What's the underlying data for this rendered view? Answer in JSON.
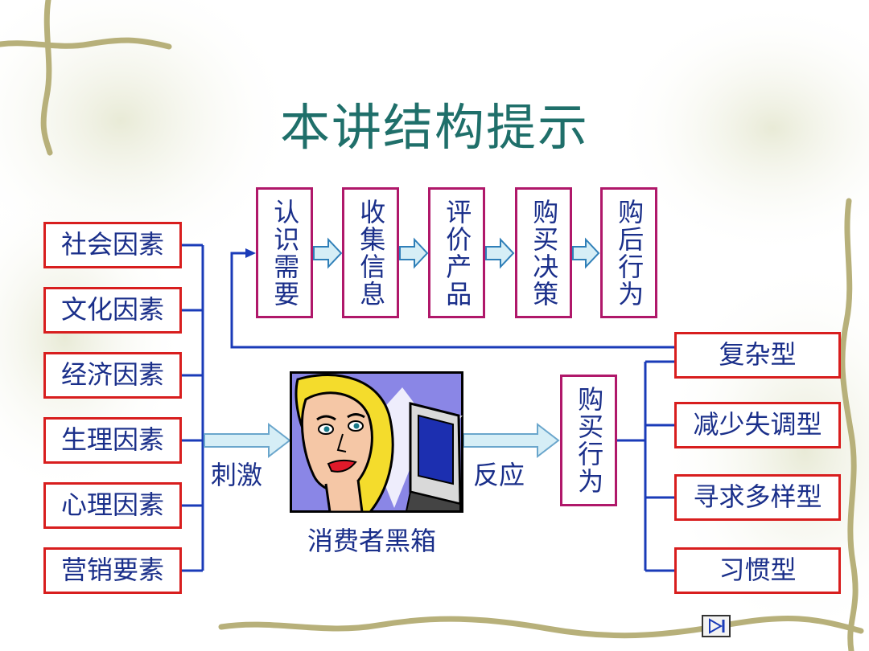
{
  "title": "本讲结构提示",
  "factors": [
    "社会因素",
    "文化因素",
    "经济因素",
    "生理因素",
    "心理因素",
    "营销要素"
  ],
  "process_steps": [
    "认识需要",
    "收集信息",
    "评价产品",
    "购买决策",
    "购后行为"
  ],
  "stimulus_label": "刺激",
  "black_box_label": "消费者黑箱",
  "response_label": "反应",
  "purchase_behavior": "购买行为",
  "behavior_types": [
    "复杂型",
    "减少失调型",
    "寻求多样型",
    "习惯型"
  ],
  "colors": {
    "title": "#1f6f6a",
    "text": "#1a2f8a",
    "box_border_red": "#d81e1e",
    "box_border_magenta": "#b0186a",
    "connector": "#1a3bb8"
  },
  "icons": {
    "nav": "next-slide-icon"
  }
}
